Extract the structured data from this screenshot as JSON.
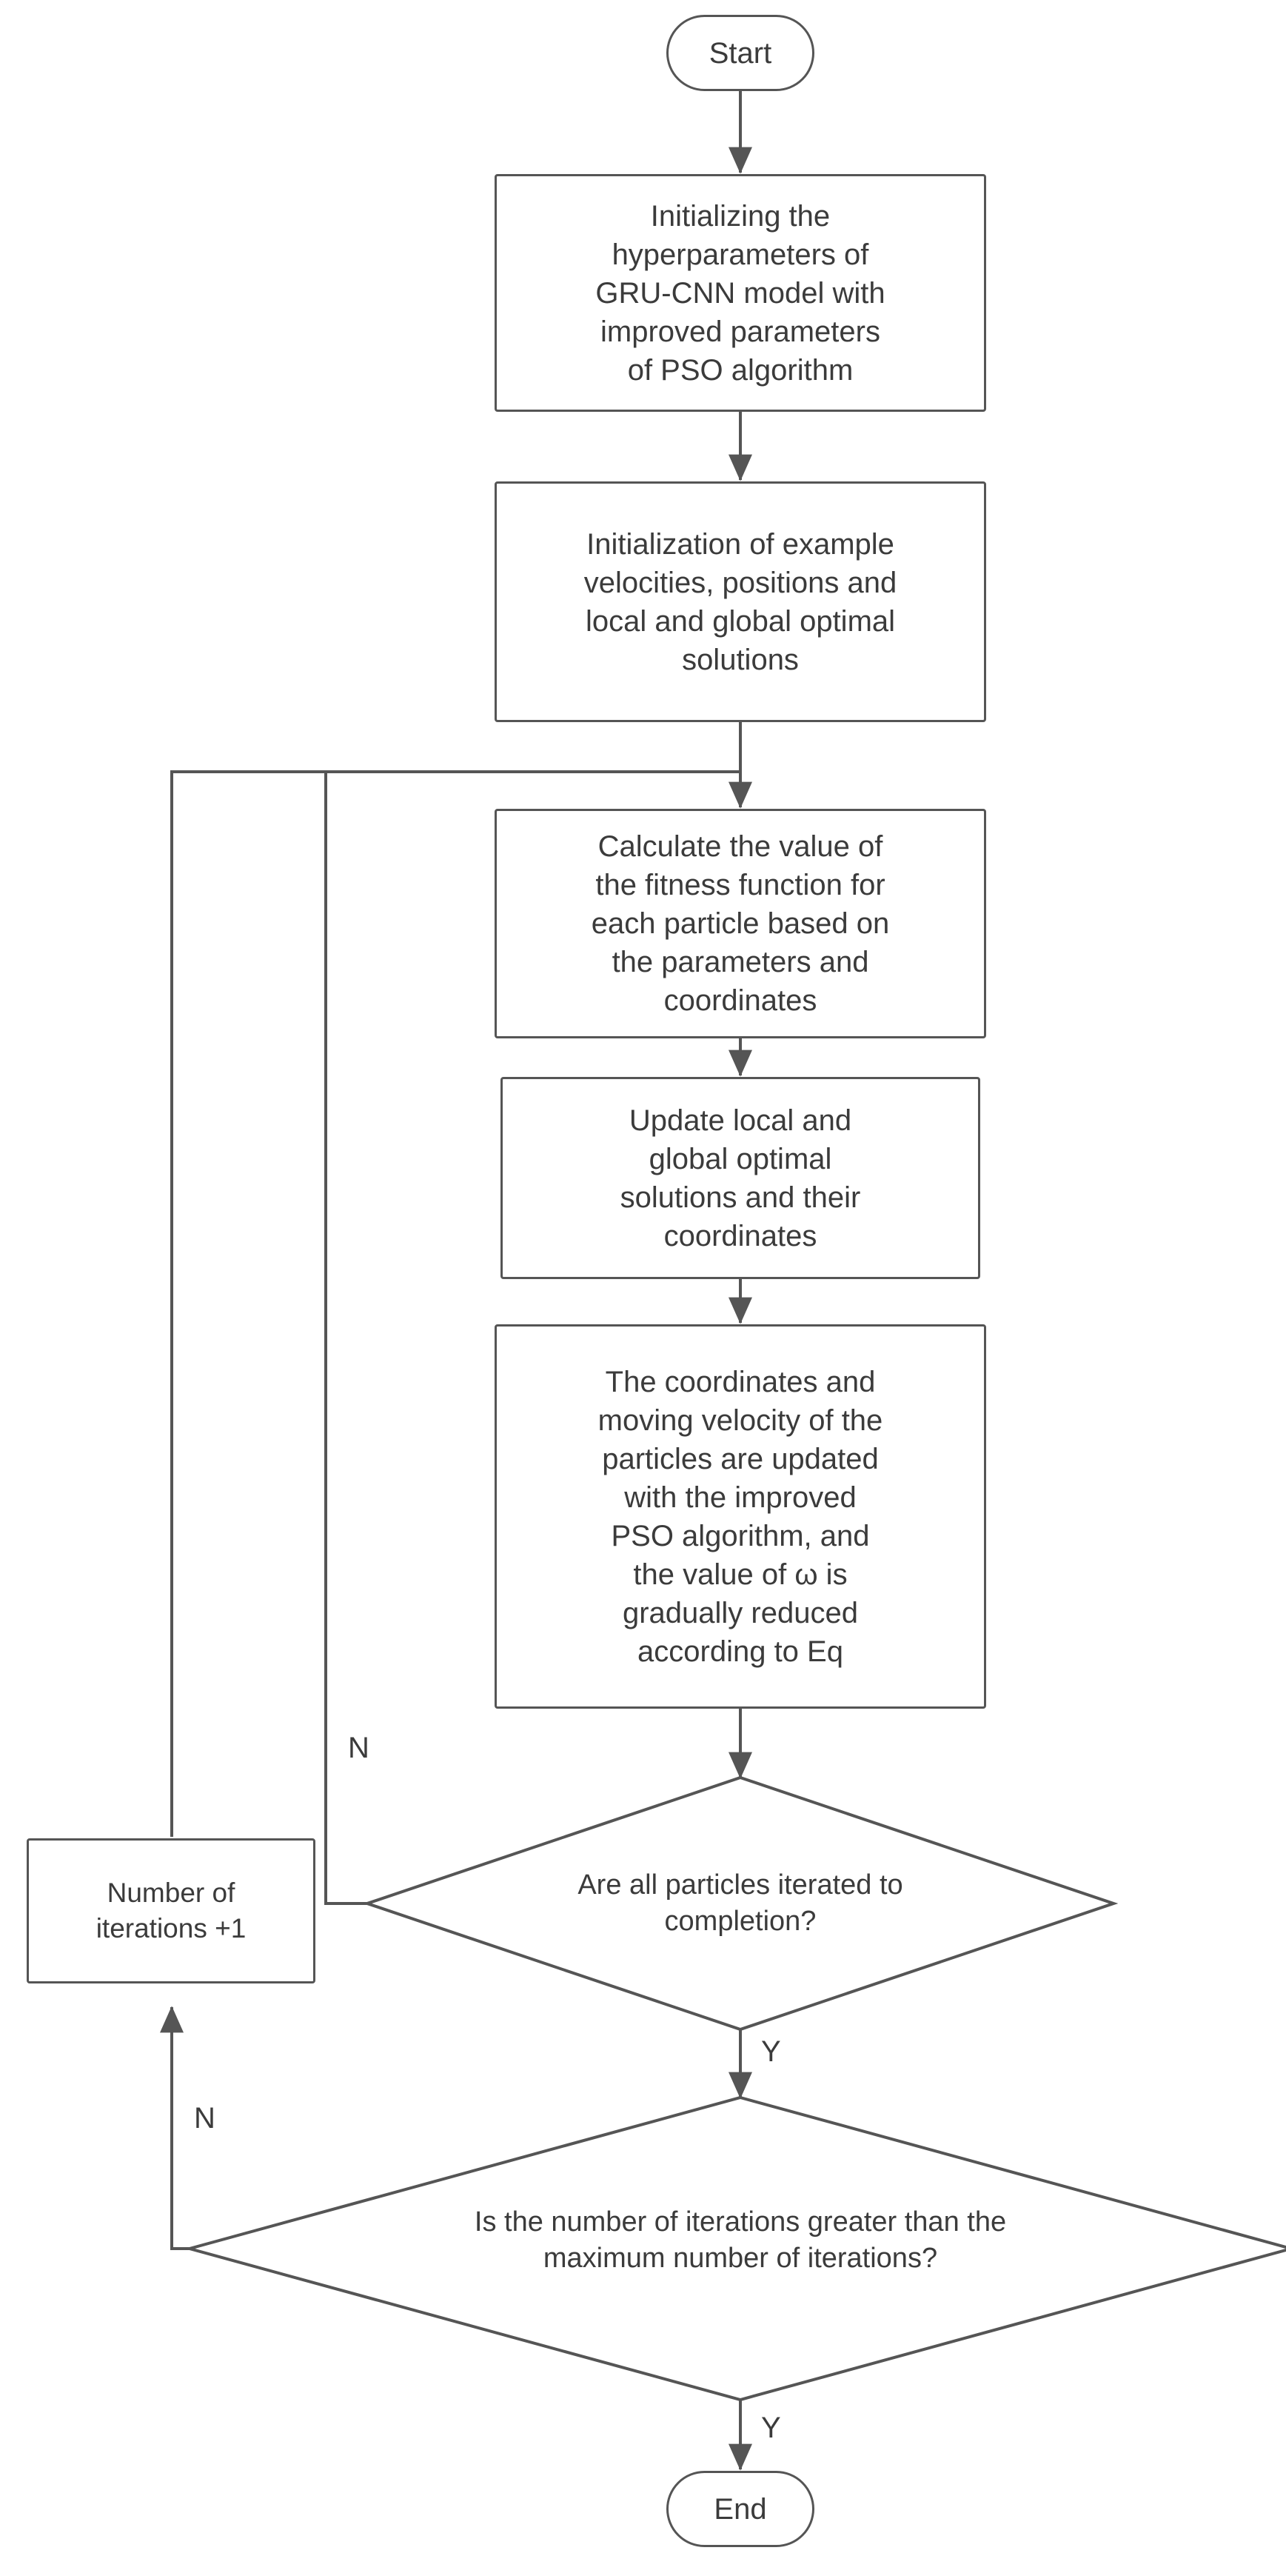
{
  "diagram": {
    "title": "PSO-optimized GRU-CNN hyperparameter tuning flowchart",
    "line_color": "#555555",
    "text_color": "#3b3b3b",
    "background": "#ffffff",
    "nodes": {
      "start": {
        "label": "Start",
        "shape": "terminator"
      },
      "init_hyper": {
        "label": "Initializing the\nhyperparameters of\nGRU-CNN model with\nimproved parameters\nof PSO algorithm",
        "shape": "process"
      },
      "init_example": {
        "label": "Initialization of example\nvelocities, positions and\nlocal and global optimal\nsolutions",
        "shape": "process"
      },
      "calc_fitness": {
        "label": "Calculate the value of\nthe fitness function for\neach particle based on\nthe parameters and\ncoordinates",
        "shape": "process"
      },
      "update_optimal": {
        "label": "Update local and\nglobal optimal\nsolutions and their\ncoordinates",
        "shape": "process"
      },
      "update_particles": {
        "label": "The coordinates and\nmoving velocity of the\nparticles are updated\nwith the improved\nPSO algorithm, and\nthe value of ω is\ngradually reduced\naccording to Eq",
        "shape": "process"
      },
      "decision_particles": {
        "label": "Are all particles iterated to\ncompletion?",
        "shape": "decision"
      },
      "iter_increment": {
        "label": "Number of\niterations +1",
        "shape": "process"
      },
      "decision_maxiter": {
        "label": "Is the number of iterations greater than the\nmaximum number of iterations?",
        "shape": "decision"
      },
      "end": {
        "label": "End",
        "shape": "terminator"
      }
    },
    "edge_labels": {
      "particles_no": "N",
      "particles_yes": "Y",
      "maxiter_no": "N",
      "maxiter_yes": "Y"
    }
  }
}
